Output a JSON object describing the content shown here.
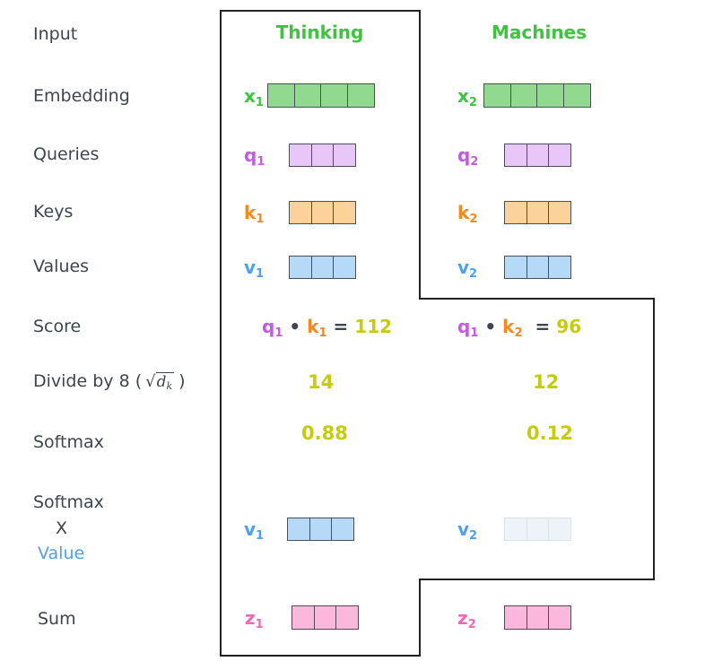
{
  "labels": {
    "input": "Input",
    "embedding": "Embedding",
    "queries": "Queries",
    "keys": "Keys",
    "values": "Values",
    "score": "Score",
    "divide_prefix": "Divide by 8 (",
    "divide_radical": "√",
    "divide_radicand": "d",
    "divide_sub": "k",
    "divide_suffix": ")",
    "softmax": "Softmax",
    "softmax_x_value": {
      "line1": "Softmax",
      "line2": "X",
      "line3": "Value"
    },
    "sum": "Sum"
  },
  "headers": {
    "col1": "Thinking",
    "col2": "Machines"
  },
  "vectors": {
    "x1": {
      "base": "x",
      "sub": "1",
      "cells": 4
    },
    "x2": {
      "base": "x",
      "sub": "2",
      "cells": 4
    },
    "q1": {
      "base": "q",
      "sub": "1",
      "cells": 3
    },
    "q2": {
      "base": "q",
      "sub": "2",
      "cells": 3
    },
    "k1": {
      "base": "k",
      "sub": "1",
      "cells": 3
    },
    "k2": {
      "base": "k",
      "sub": "2",
      "cells": 3
    },
    "v1": {
      "base": "v",
      "sub": "1",
      "cells": 3
    },
    "v2": {
      "base": "v",
      "sub": "2",
      "cells": 3
    },
    "v1_weighted": {
      "base": "v",
      "sub": "1",
      "cells": 3
    },
    "v2_weighted": {
      "base": "v",
      "sub": "2",
      "cells": 3,
      "state": "faded"
    },
    "z1": {
      "base": "z",
      "sub": "1",
      "cells": 3
    },
    "z2": {
      "base": "z",
      "sub": "2",
      "cells": 3
    }
  },
  "score_row": {
    "col1": {
      "q": "q",
      "q_sub": "1",
      "dot": "•",
      "k": "k",
      "k_sub": "1",
      "eq": "=",
      "value": "112"
    },
    "col2": {
      "q": "q",
      "q_sub": "1",
      "dot": "•",
      "k": "k",
      "k_sub": "2",
      "eq": "=",
      "value": "96"
    }
  },
  "divide_row": {
    "col1": "14",
    "col2": "12"
  },
  "softmax_row": {
    "col1": "0.88",
    "col2": "0.12"
  },
  "colors": {
    "label_dark": "#3e454e",
    "green": "#3fc43f",
    "green_fill": "#90d98f",
    "purple": "#c45ae8",
    "purple_fill": "#e8c6f7",
    "orange": "#f6881e",
    "orange_fill": "#fcd29a",
    "blue": "#4da0f5",
    "blue_fill": "#b6d9f8",
    "blue_faded_fill": "#eef3fa",
    "pink": "#f766b4",
    "pink_fill": "#fcb7dc",
    "olive": "#c5cc0c",
    "cell_border": "#4a5057",
    "outline": "#222222"
  }
}
